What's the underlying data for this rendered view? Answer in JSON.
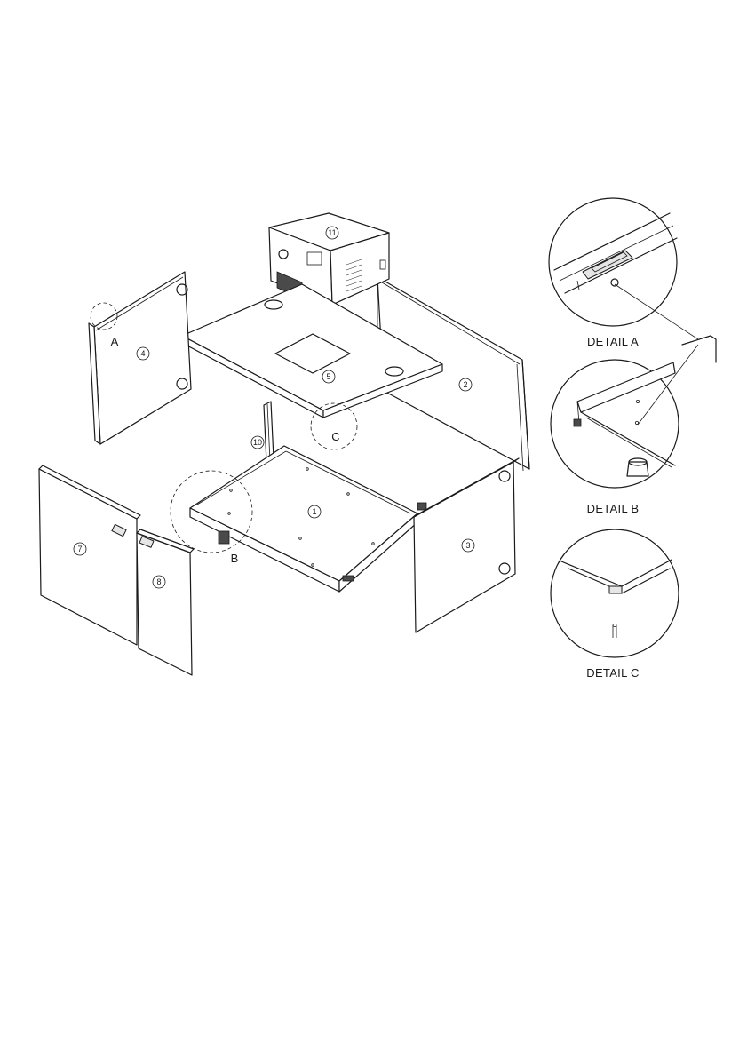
{
  "parts": {
    "p1": "1",
    "p2": "2",
    "p3": "3",
    "p4": "4",
    "p5": "5",
    "p7": "7",
    "p8": "8",
    "p10": "10",
    "p11": "11"
  },
  "callouts": {
    "a": "A",
    "b": "B",
    "c": "C"
  },
  "details": {
    "a": "DETAIL A",
    "b": "DETAIL B",
    "c": "DETAIL C"
  }
}
